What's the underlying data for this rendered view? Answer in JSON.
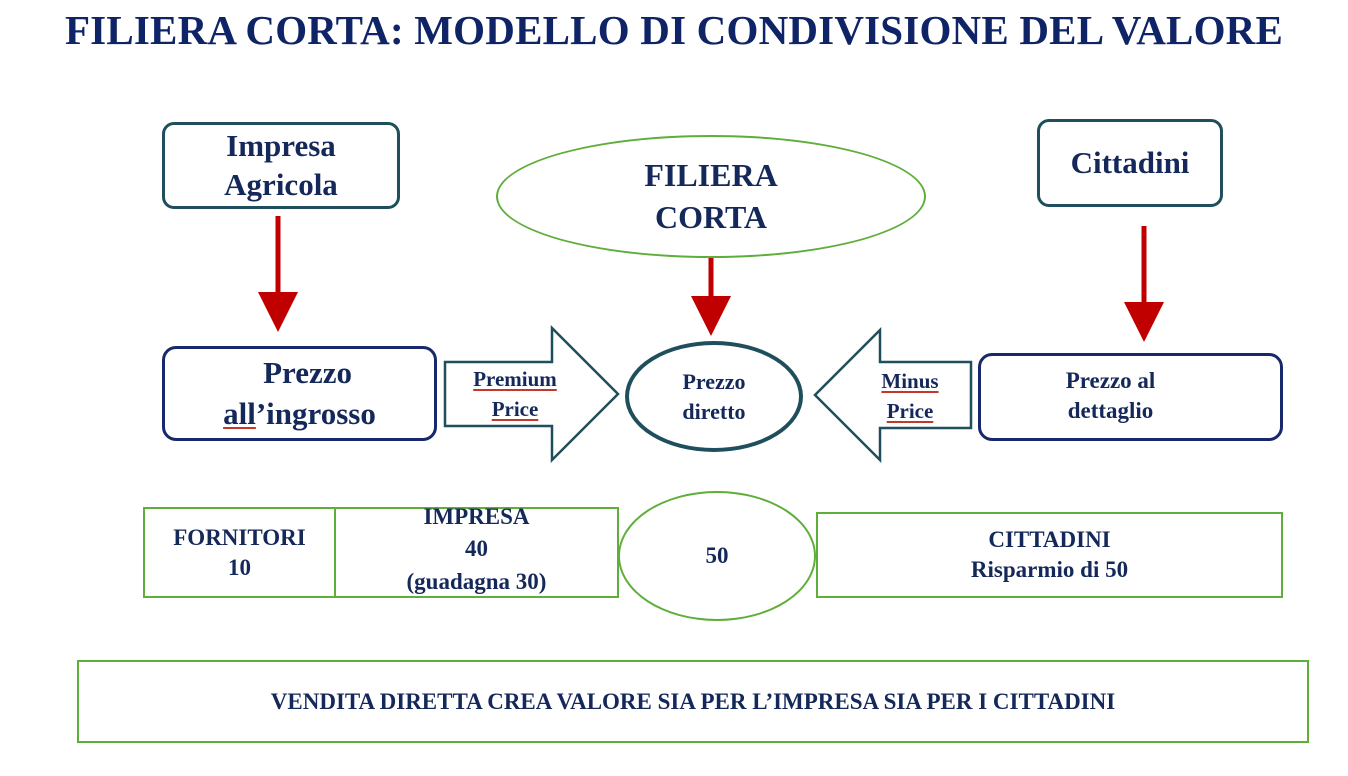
{
  "title": "FILIERA CORTA: MODELLO DI CONDIVISIONE DEL VALORE",
  "top": {
    "impresa": {
      "line1": "Impresa",
      "line2": "Agricola"
    },
    "filiera": {
      "line1": "FILIERA",
      "line2": "CORTA"
    },
    "cittadini": "Cittadini"
  },
  "middle": {
    "ingrosso": {
      "line1": "Prezzo",
      "line2a": "all",
      "line2b": "’ingrosso"
    },
    "premium": {
      "line1": "Premium",
      "line2": "Price"
    },
    "diretto": {
      "line1": "Prezzo",
      "line2": "diretto"
    },
    "minus": {
      "line1": "Minus",
      "line2": "Price"
    },
    "dettaglio": {
      "line1": "Prezzo al",
      "line2": "dettaglio"
    }
  },
  "values": {
    "fornitori": {
      "label": "FORNITORI",
      "value": "10"
    },
    "impresa": {
      "label": "IMPRESA",
      "value": "40",
      "note": "(guadagna 30)"
    },
    "center": "50",
    "cittadini": {
      "label": "CITTADINI",
      "note": "Risparmio di 50"
    }
  },
  "conclusion": "VENDITA DIRETTA CREA VALORE SIA PER L’IMPRESA SIA PER I CITTADINI",
  "colors": {
    "navy": "#14285a",
    "teal_border": "#1f4f5c",
    "green_border": "#5fae3a",
    "red_arrow": "#c00000"
  }
}
